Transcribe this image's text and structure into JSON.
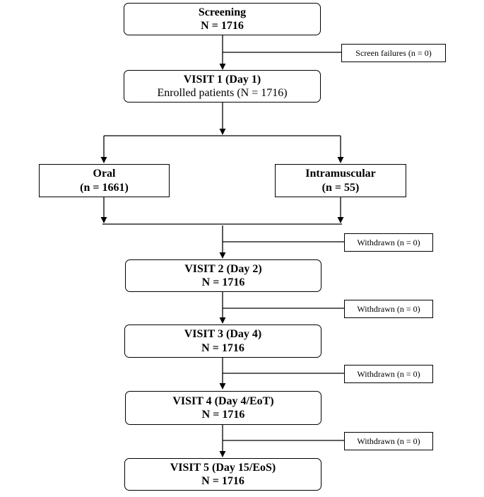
{
  "screening": {
    "title": "Screening",
    "count": "N = 1716"
  },
  "screen_failures": "Screen failures (n = 0)",
  "visit1": {
    "title": "VISIT 1 (Day 1)",
    "count": "Enrolled patients (N = 1716)"
  },
  "oral": {
    "title": "Oral",
    "count": "(n = 1661)"
  },
  "intramuscular": {
    "title": "Intramuscular",
    "count": "(n = 55)"
  },
  "withdrawn_1": "Withdrawn (n = 0)",
  "visit2": {
    "title": "VISIT 2 (Day 2)",
    "count": "N = 1716"
  },
  "withdrawn_2": "Withdrawn (n = 0)",
  "visit3": {
    "title": "VISIT 3 (Day 4)",
    "count": "N = 1716"
  },
  "withdrawn_3": "Withdrawn (n = 0)",
  "visit4": {
    "title": "VISIT 4 (Day 4/EoT)",
    "count": "N = 1716"
  },
  "withdrawn_4": "Withdrawn (n = 0)",
  "visit5": {
    "title": "VISIT 5 (Day 15/EoS)",
    "count": "N = 1716"
  }
}
